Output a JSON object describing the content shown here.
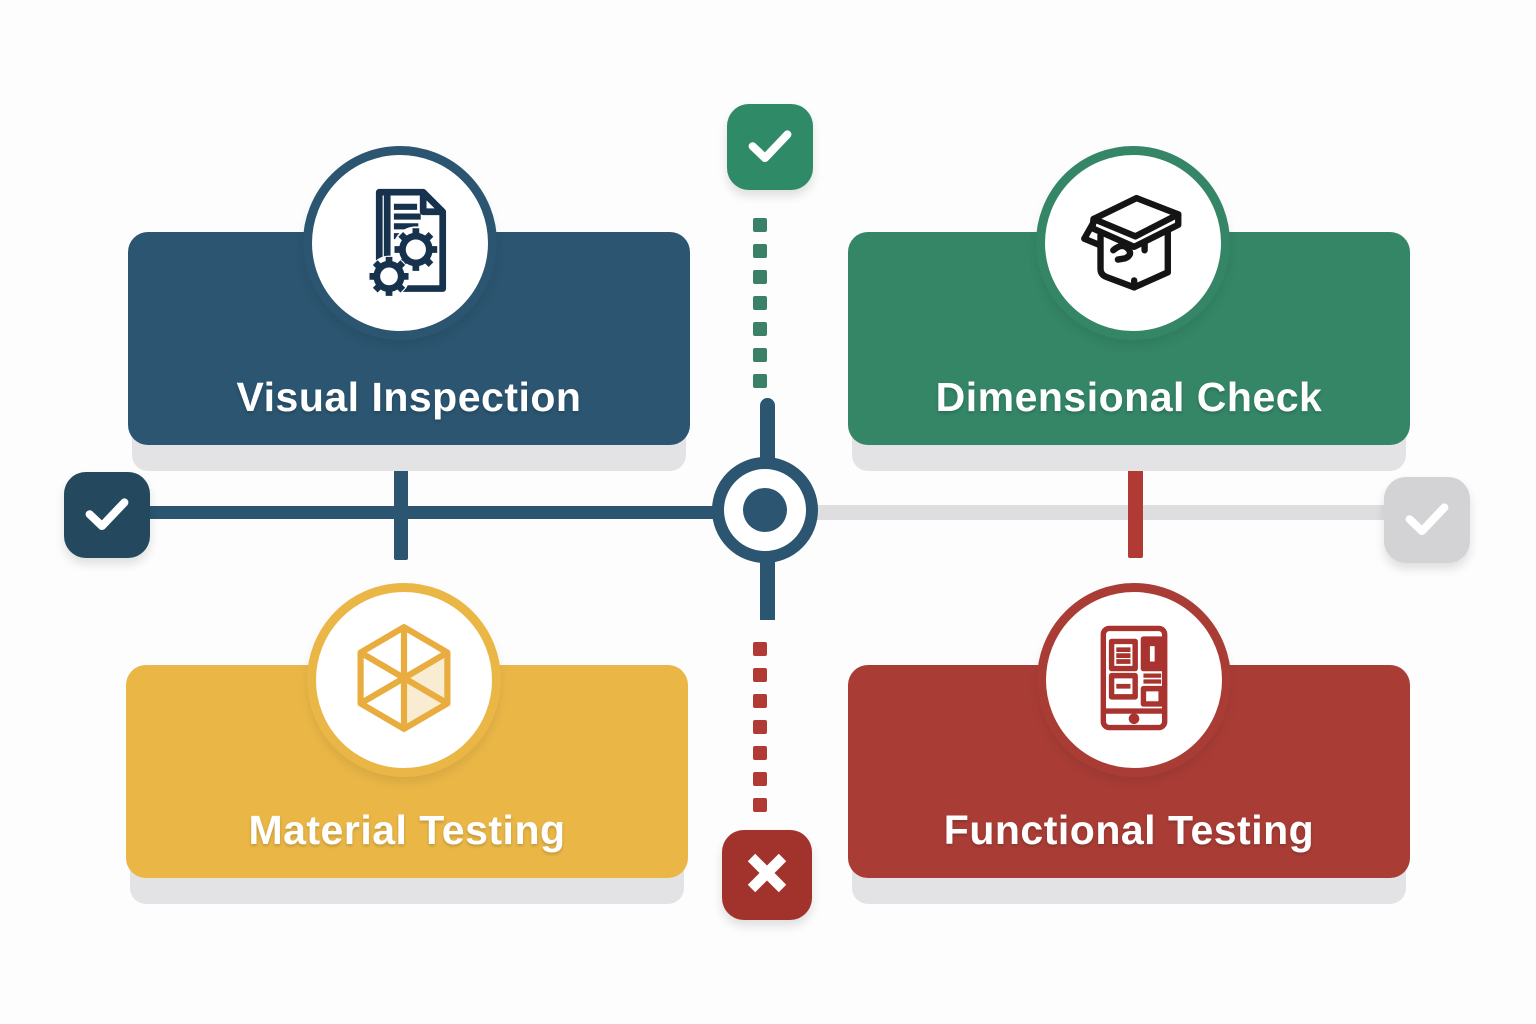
{
  "diagram": {
    "title": "quality-control-process-quadrants",
    "quadrants": [
      {
        "label": "Visual Inspection",
        "color": "#2b5570",
        "icon": "document-gears-icon",
        "icon_color": "#16324d"
      },
      {
        "label": "Dimensional Check",
        "color": "#348667",
        "icon": "package-box-icon",
        "icon_color": "#141414"
      },
      {
        "label": "Material Testing",
        "color": "#eab747",
        "icon": "cube-icon",
        "icon_color": "#e8ad3e"
      },
      {
        "label": "Functional Testing",
        "color": "#a93d36",
        "icon": "tablet-checklist-icon",
        "icon_color": "#a9332e"
      }
    ],
    "badges": {
      "top": {
        "glyph": "check",
        "color": "#2f8a68"
      },
      "left": {
        "glyph": "check",
        "color": "#24485e"
      },
      "right": {
        "glyph": "check",
        "color": "#d3d3d5"
      },
      "bottom": {
        "glyph": "cross",
        "color": "#a2322c"
      }
    },
    "connectors": {
      "left_line": "#2b5570",
      "right_line": "#dedee1",
      "left_tick": "#2b5570",
      "right_tick": "#b23a34",
      "center_stub": "#2b5570",
      "top_dots": "#3a8168",
      "bottom_dots": "#b23a34",
      "center_ring": "#2b5570"
    }
  }
}
